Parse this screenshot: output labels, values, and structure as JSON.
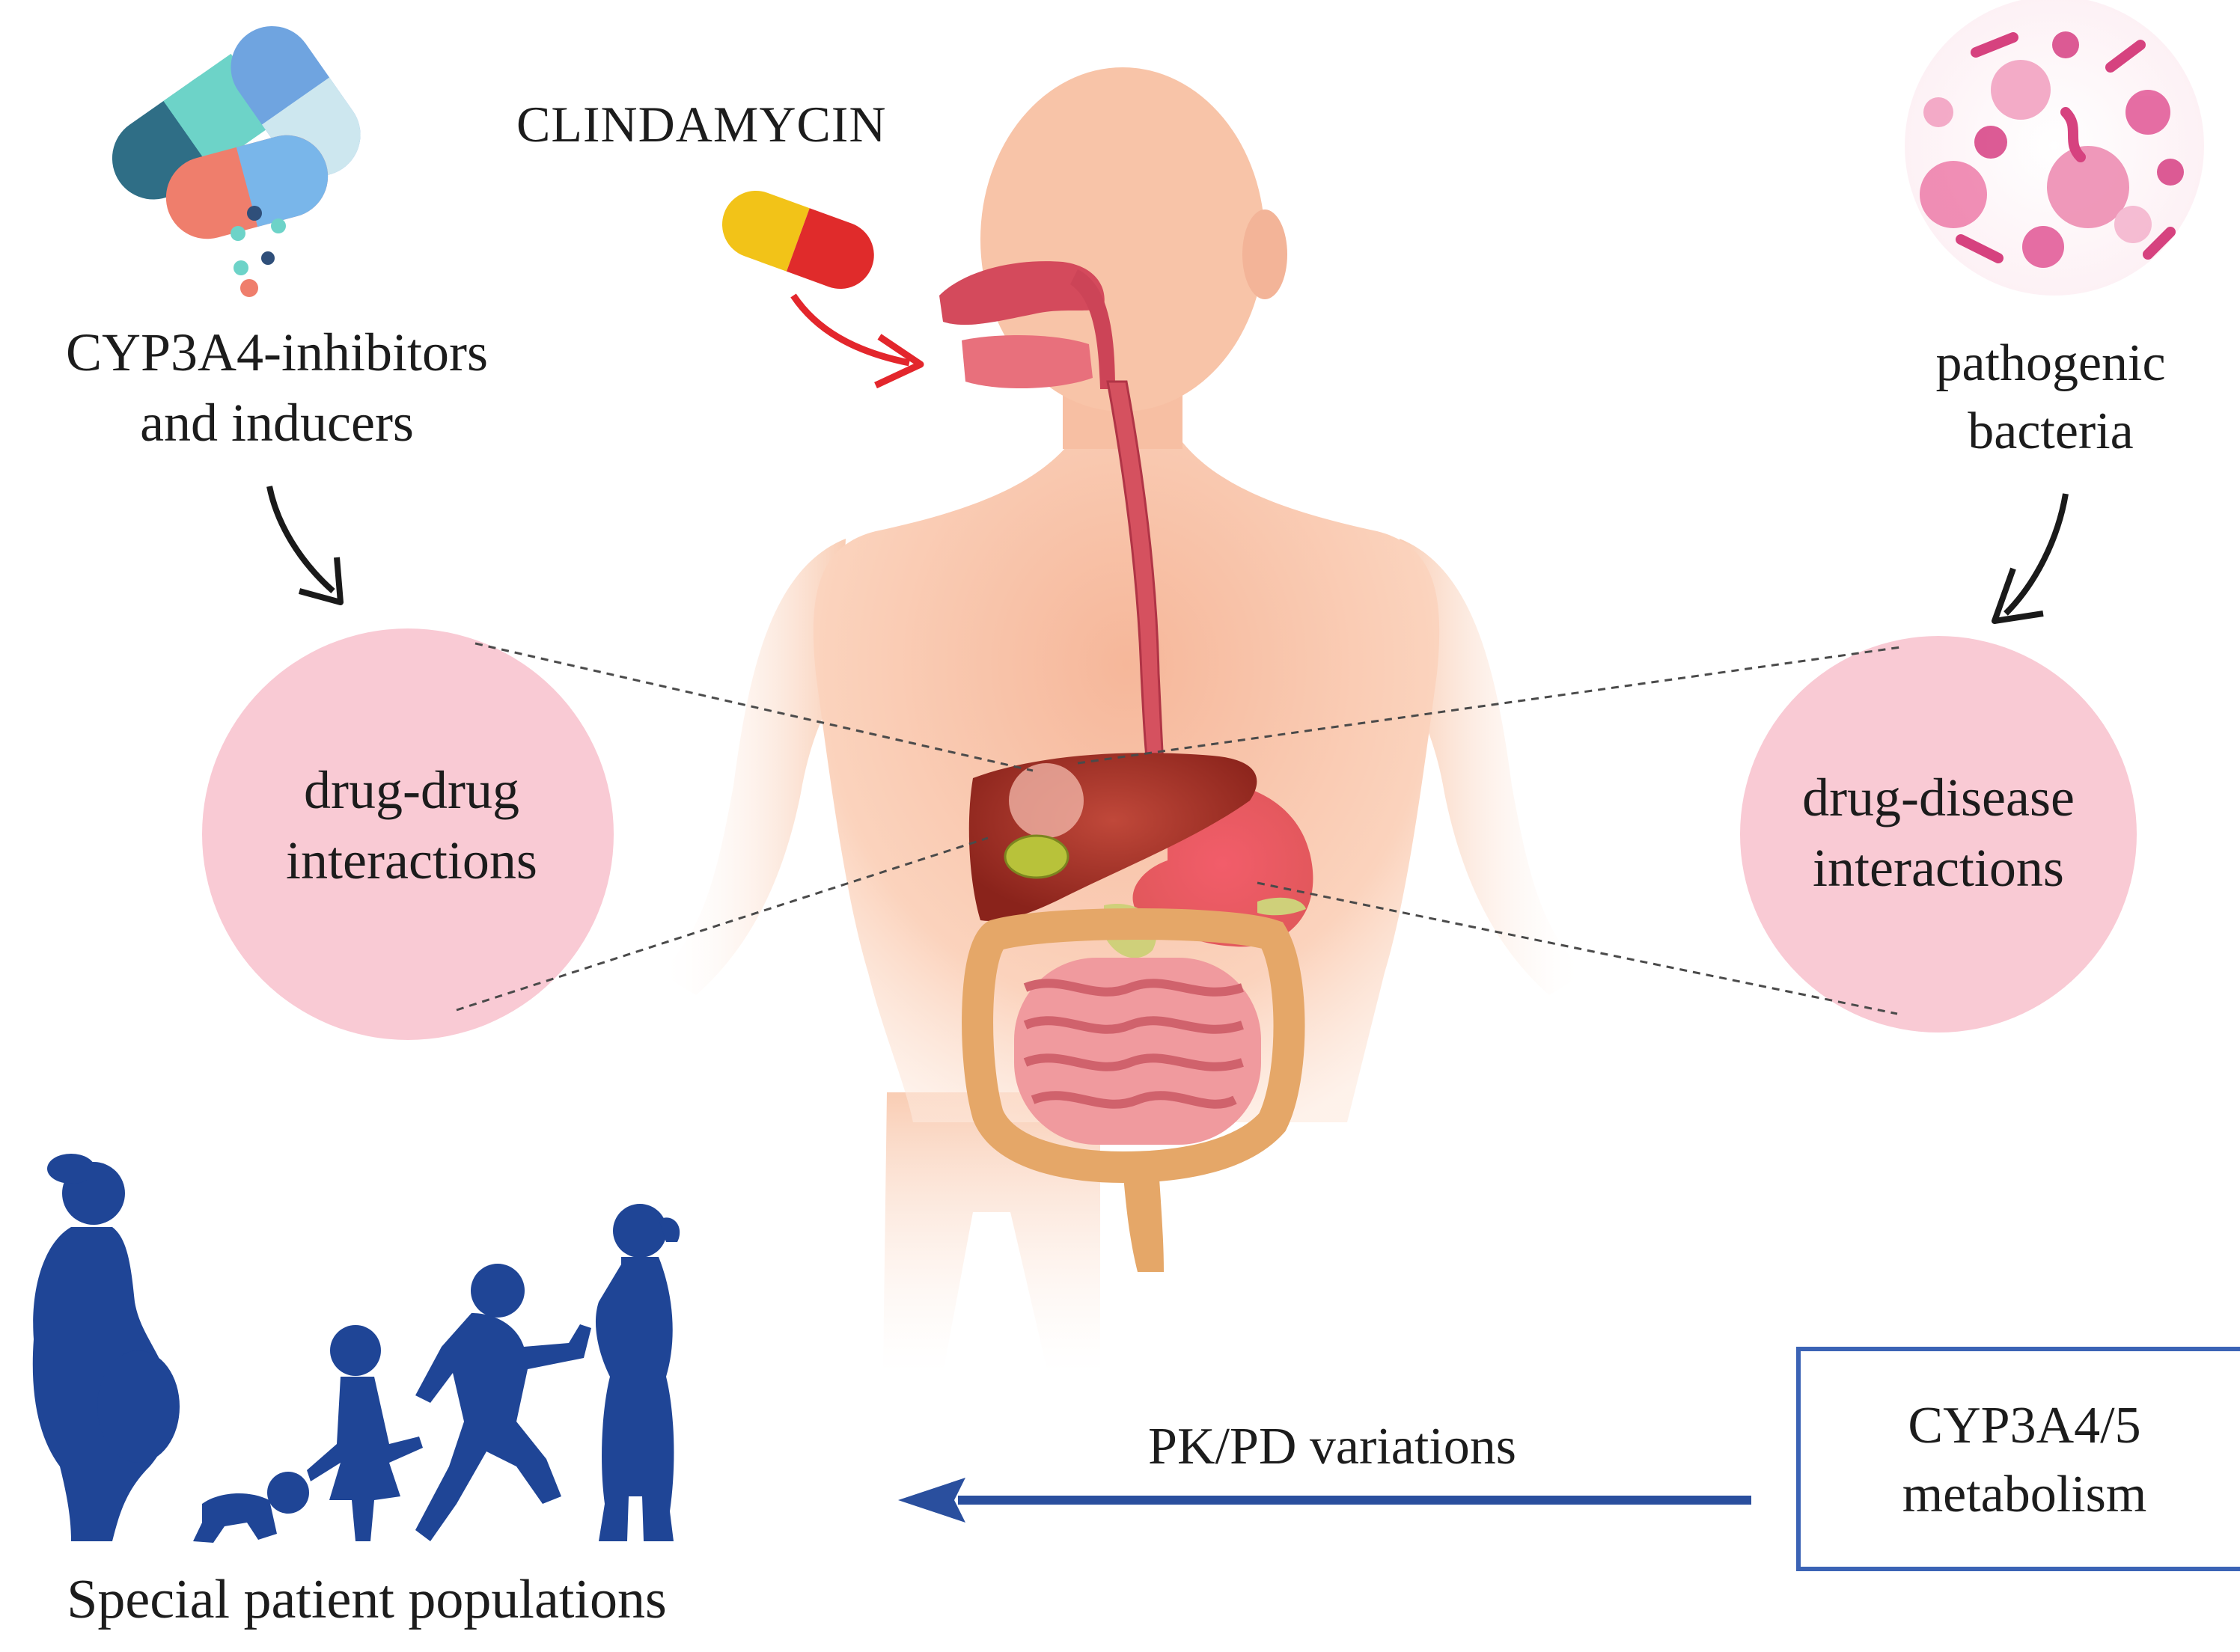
{
  "labels": {
    "drug": "CLINDAMYCIN",
    "inhibitors": [
      "CYP3A4-inhibitors",
      "and inducers"
    ],
    "bacteria": [
      "pathogenic",
      "bacteria"
    ],
    "drug_drug": [
      "drug-drug",
      "interactions"
    ],
    "drug_disease": [
      "drug-disease",
      "interactions"
    ],
    "pk_pd": "PK/PD variations",
    "metabolism": [
      "CYP3A4/5",
      "metabolism"
    ],
    "populations": "Special patient populations"
  },
  "colors": {
    "interaction_circle": "#f9cad4",
    "body_skin": "#f8c6a8",
    "silhouette_blue": "#1f4596",
    "arrow_blue": "#2a4f9e",
    "box_border": "#3b63b5",
    "red_arrow": "#e3262c",
    "capsule_yellow": "#f2c318",
    "capsule_red": "#e02b2b"
  },
  "icons": {
    "pills": "pills-cluster-icon",
    "bacteria": "bacteria-cluster-icon",
    "capsule": "capsule-icon",
    "body": "human-digestive-system-illustration",
    "populations": "family-silhouettes-icon"
  }
}
